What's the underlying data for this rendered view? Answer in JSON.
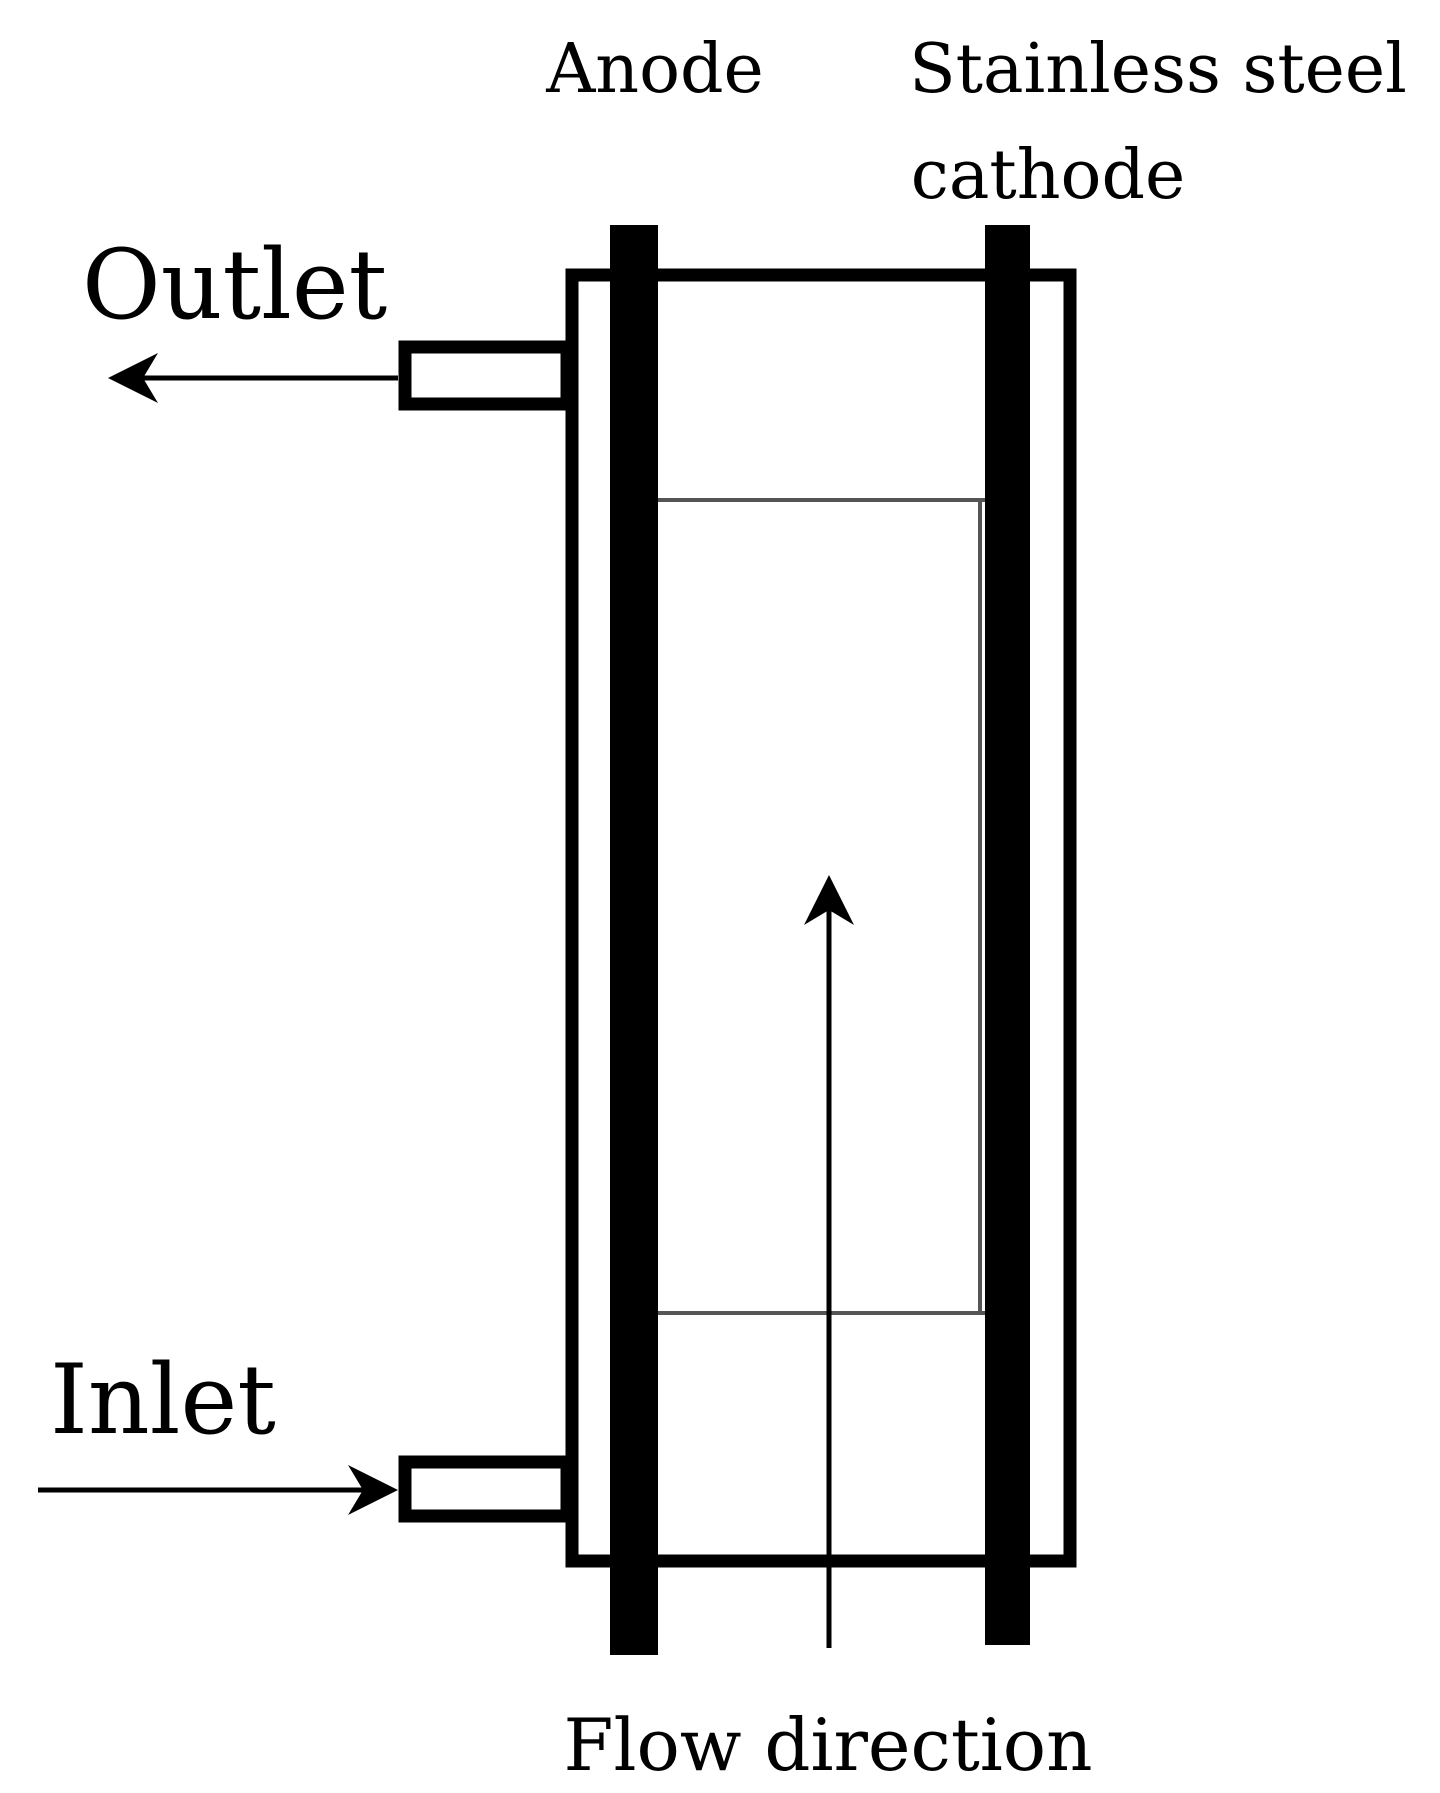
{
  "labels": {
    "anode": "Anode",
    "cathode_line1": "Stainless steel",
    "cathode_line2": "cathode",
    "outlet": "Outlet",
    "inlet": "Inlet",
    "flow_direction": "Flow direction"
  },
  "colors": {
    "stroke": "#000000",
    "thin_line": "#555555",
    "background": "#ffffff"
  }
}
